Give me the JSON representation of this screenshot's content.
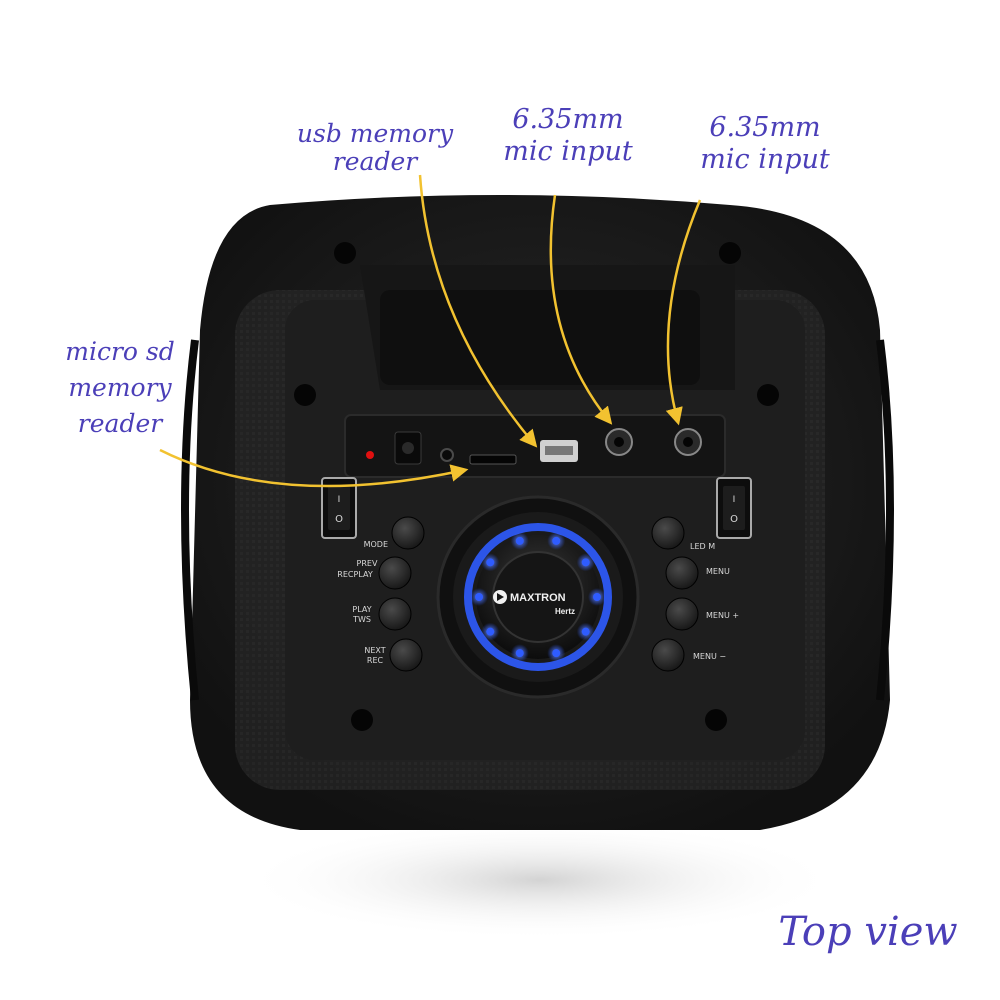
{
  "annotations": {
    "usb": [
      "usb memory",
      "reader"
    ],
    "mic1": [
      "6.35mm",
      "mic input"
    ],
    "mic2": [
      "6.35mm",
      "mic input"
    ],
    "microsd": [
      "micro sd",
      "memory",
      "reader"
    ],
    "view": "Top view"
  },
  "controls": {
    "left_buttons": [
      "MODE",
      "PREV",
      "RECPLAY",
      "PLAY",
      "TWS",
      "NEXT",
      "REC"
    ],
    "right_buttons": [
      "LED M",
      "MENU",
      "MENU +",
      "MENU −"
    ]
  },
  "brand": {
    "name": "MAXTRON",
    "sub": "Hertz"
  },
  "colors": {
    "annotation": "#4b3fb8",
    "arrow": "#f2c230",
    "body": "#1c1c1c",
    "led": "#2f5cff",
    "power_led": "#e01010"
  }
}
